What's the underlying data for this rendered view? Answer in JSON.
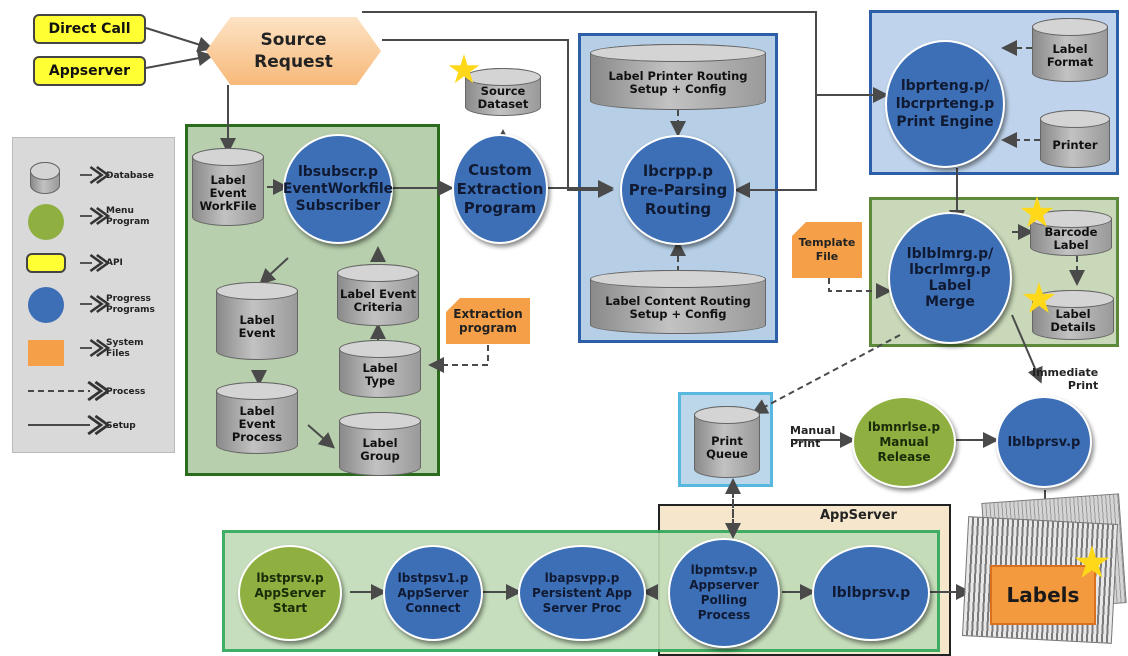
{
  "colors": {
    "subscriber_region": "#b7cfac",
    "routing_region": "#b6cfe6",
    "print_engine_region": "#bfd4ec",
    "merge_region": "#c8d8b8",
    "appserver_region": "#f5e6cc",
    "bottom_region": "#c2dcb8",
    "progress_program": "#3d6fb6",
    "menu_program": "#8fb040",
    "api": "#ffff33",
    "system_file": "#f5a048",
    "database": "#b4b4b4"
  },
  "inputs": {
    "direct_call": "Direct Call",
    "appserver": "Appserver",
    "source_request": "Source\nRequest"
  },
  "legend": {
    "database": "Database",
    "menu_program": "Menu\nProgram",
    "api": "API",
    "progress_programs": "Progress\nPrograms",
    "system_files": "System\nFiles",
    "process": "Process",
    "setup": "Setup"
  },
  "subscriber": {
    "workfile": "Label\nEvent\nWorkFile",
    "program": "lbsubscr.p\nEventWorkfile\nSubscriber",
    "label_event": "Label\nEvent",
    "criteria": "Label Event\nCriteria",
    "event_process": "Label\nEvent\nProcess",
    "label_type": "Label\nType",
    "label_group": "Label\nGroup"
  },
  "extraction": {
    "source_dataset": "Source\nDataset",
    "custom_program": "Custom\nExtraction\nProgram",
    "extraction_file": "Extraction\nprogram"
  },
  "routing": {
    "printer_routing": "Label Printer Routing\nSetup + Config",
    "program": "lbcrpp.p\nPre-Parsing\nRouting",
    "content_routing": "Label Content Routing\nSetup + Config"
  },
  "print_engine": {
    "program": "lbprteng.p/\nlbcrprteng.p\nPrint Engine",
    "label_format": "Label\nFormat",
    "printer": "Printer"
  },
  "merge": {
    "template_file": "Template\nFile",
    "program": "lblblmrg.p/\nlbcrlmrg.p\nLabel\nMerge",
    "barcode_label": "Barcode\nLabel",
    "label_details": "Label\nDetails"
  },
  "queue": {
    "print_queue": "Print\nQueue",
    "manual_print": "Manual\nPrint",
    "manual_release": "lbmnrlse.p\nManual\nRelease",
    "immediate_print": "Immediate\nPrint",
    "lblbprsv_top": "lblbprsv.p"
  },
  "appserver_section": {
    "title": "AppServer",
    "start": "lbstprsv.p\nAppServer\nStart",
    "connect": "lbstpsv1.p\nAppServer\nConnect",
    "persistent": "lbapsvpp.p\nPersistent App\nServer Proc",
    "polling": "lbpmtsv.p\nAppserver\nPolling\nProcess",
    "lblbprsv_bottom": "lblbprsv.p",
    "labels": "Labels"
  }
}
